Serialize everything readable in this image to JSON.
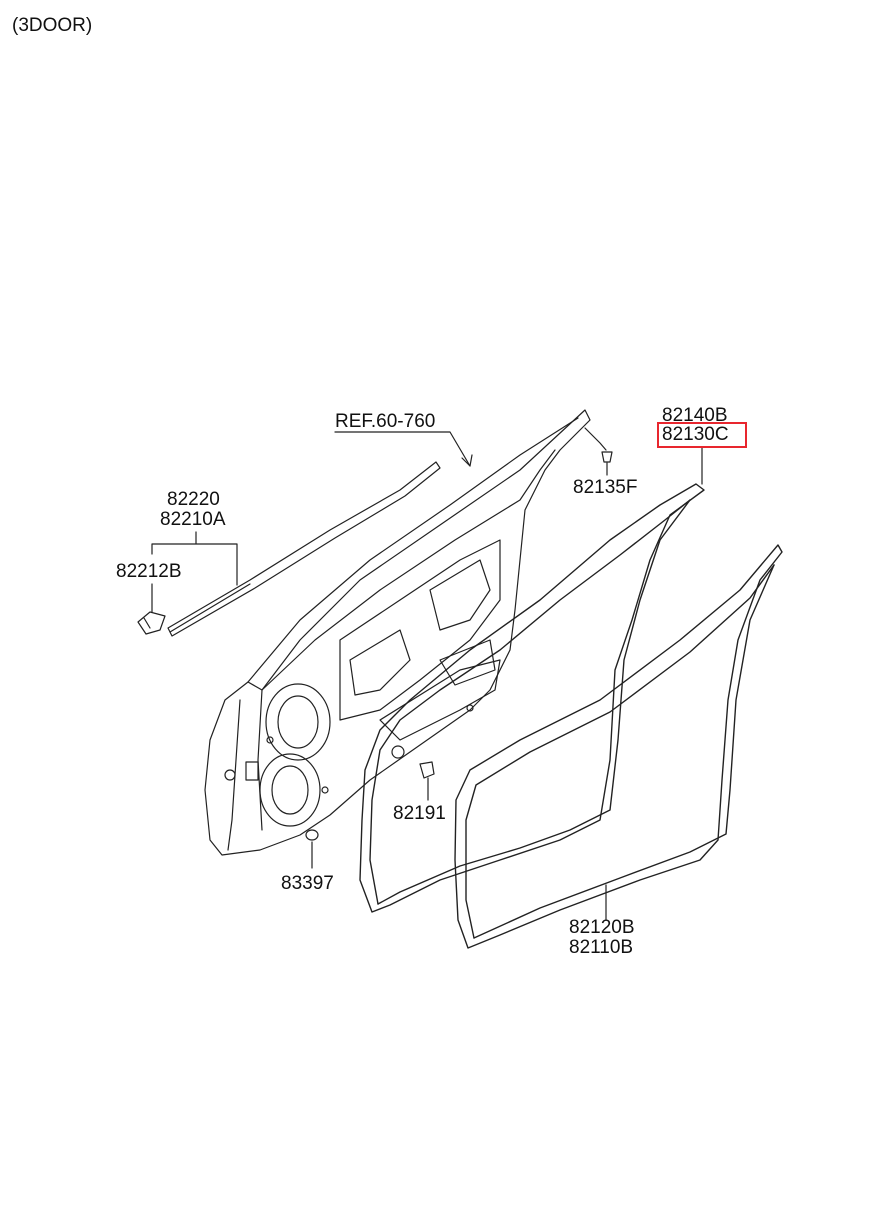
{
  "header": {
    "variant": "(3DOOR)"
  },
  "callouts": {
    "ref": "REF.60-760",
    "p82140B": "82140B",
    "p82130C": "82130C",
    "p82135F": "82135F",
    "p82220": "82220",
    "p82210A": "82210A",
    "p82212B": "82212B",
    "p82191": "82191",
    "p83397": "83397",
    "p82120B": "82120B",
    "p82110B": "82110B"
  },
  "highlight": {
    "part": "82130C",
    "color": "#e8262e"
  }
}
